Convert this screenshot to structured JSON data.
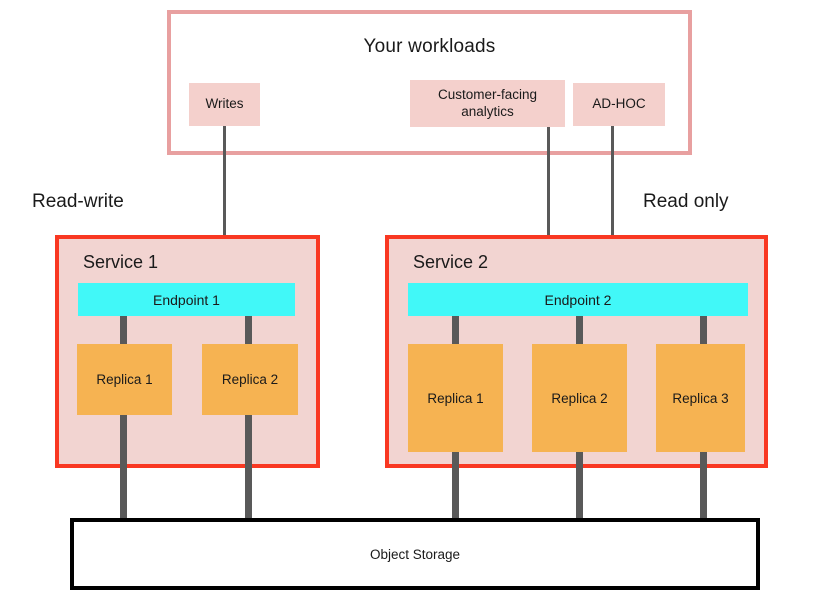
{
  "diagram": {
    "title_visible": false,
    "colors": {
      "workloads_border": "#e8a0a0",
      "chip_fill": "#f4d0cc",
      "service_border": "#f93822",
      "service_fill": "#f2d4d1",
      "endpoint_fill": "#41f8f8",
      "replica_fill": "#f6b352",
      "connector": "#595959",
      "storage_border": "#000000",
      "text": "#1a1a1a",
      "background": "#ffffff"
    }
  },
  "workloads": {
    "title": "Your workloads",
    "items": [
      {
        "label": "Writes"
      },
      {
        "label": "Customer-facing analytics"
      },
      {
        "label": "AD-HOC"
      }
    ]
  },
  "labels": {
    "read_write": "Read-write",
    "read_only": "Read only"
  },
  "services": [
    {
      "title": "Service 1",
      "endpoint": "Endpoint 1",
      "replicas": [
        {
          "label": "Replica 1"
        },
        {
          "label": "Replica 2"
        }
      ]
    },
    {
      "title": "Service 2",
      "endpoint": "Endpoint 2",
      "replicas": [
        {
          "label": "Replica 1"
        },
        {
          "label": "Replica 2"
        },
        {
          "label": "Replica 3"
        }
      ]
    }
  ],
  "storage": {
    "label": "Object Storage"
  }
}
